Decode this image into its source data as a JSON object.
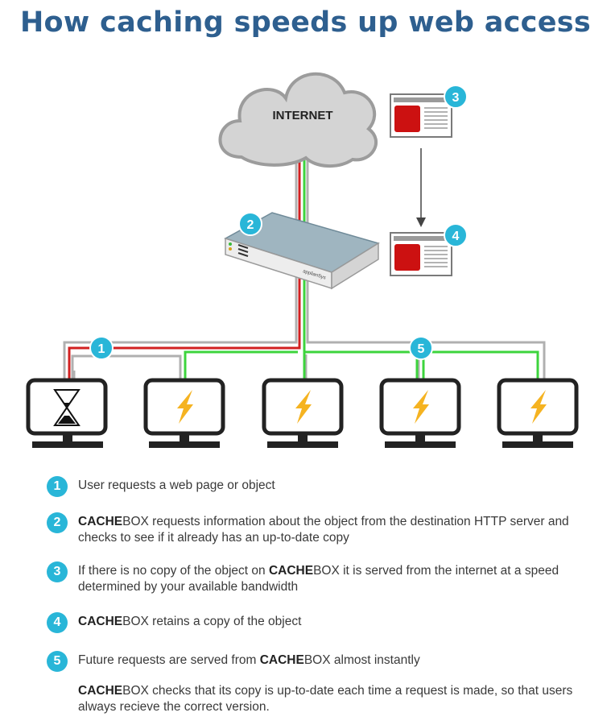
{
  "title": "How caching speeds up web access",
  "colors": {
    "title": "#2e5f8f",
    "badge": "#29b6d8",
    "red_line": "#d22020",
    "green_line": "#3dd43d",
    "grey_line": "#b0b0b0",
    "page_block": "#cc1111",
    "device_body": "#9fb5c0",
    "bolt": "#f5b321"
  },
  "diagram": {
    "cloud_label": "INTERNET",
    "device_brand": "applianSys",
    "badges": [
      "1",
      "2",
      "3",
      "4",
      "5"
    ]
  },
  "legend": [
    {
      "number": "1",
      "parts": [
        {
          "text": "User requests a web page or object"
        }
      ]
    },
    {
      "number": "2",
      "parts": [
        {
          "bold": "CACHE"
        },
        {
          "text": "BOX requests information about the object from the destination HTTP server and checks to see if it already has an up-to-date copy"
        }
      ]
    },
    {
      "number": "3",
      "parts": [
        {
          "text": "If there is no copy of the object on "
        },
        {
          "bold": "CACHE"
        },
        {
          "text": "BOX it is served from the internet at a speed determined by your available bandwidth"
        }
      ]
    },
    {
      "number": "4",
      "parts": [
        {
          "bold": "CACHE"
        },
        {
          "text": "BOX retains a copy of the object"
        }
      ]
    },
    {
      "number": "5",
      "parts": [
        {
          "text": "Future requests are served from "
        },
        {
          "bold": "CACHE"
        },
        {
          "text": "BOX almost instantly"
        }
      ]
    }
  ],
  "note": [
    {
      "bold": "CACHE"
    },
    {
      "text": "BOX checks that its copy is up-to-date each time a request is made, so that users always recieve the correct version."
    }
  ]
}
